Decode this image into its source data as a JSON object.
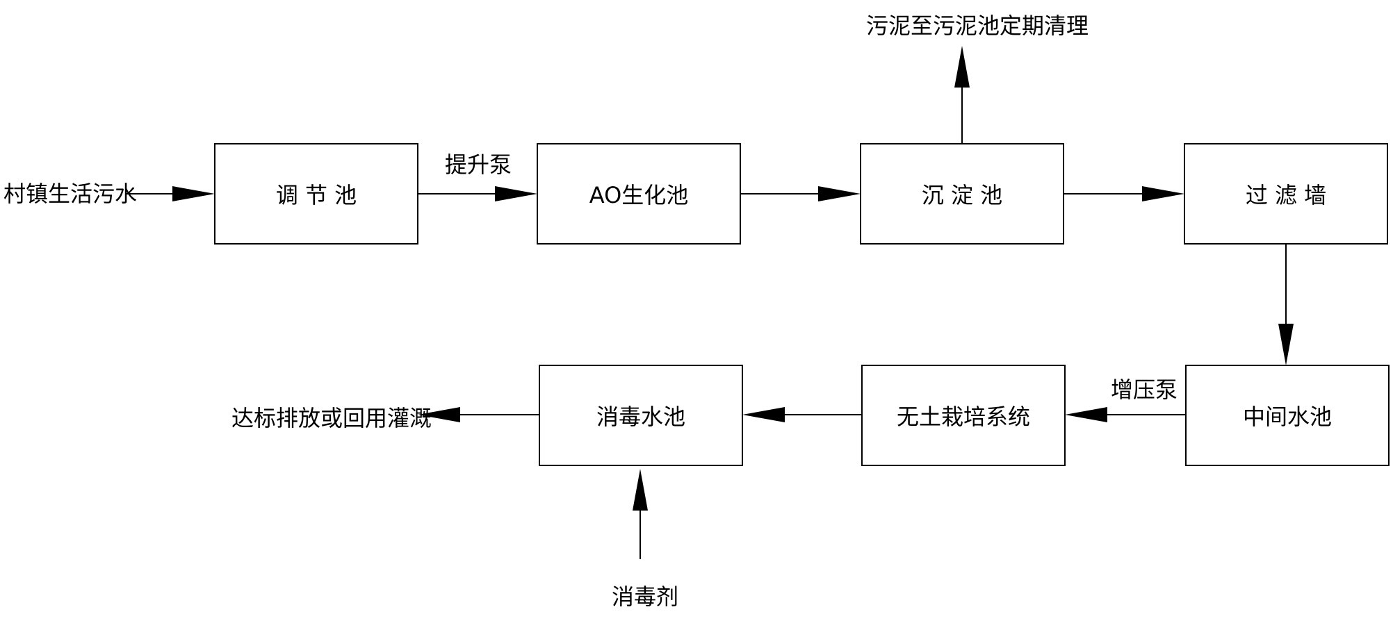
{
  "boxes": {
    "regulating_tank": "调  节  池",
    "ao_tank": "AO生化池",
    "sedimentation_tank": "沉  淀  池",
    "filter_wall": "过  滤  墙",
    "intermediate_tank": "中间水池",
    "soilless_system": "无土栽培系统",
    "disinfection_tank": "消毒水池"
  },
  "labels": {
    "inlet": "村镇生活污水",
    "lift_pump": "提升泵",
    "sludge": "污泥至污泥池定期清理",
    "booster_pump": "增压泵",
    "outlet": "达标排放或回用灌溉",
    "disinfectant": "消毒剂"
  }
}
